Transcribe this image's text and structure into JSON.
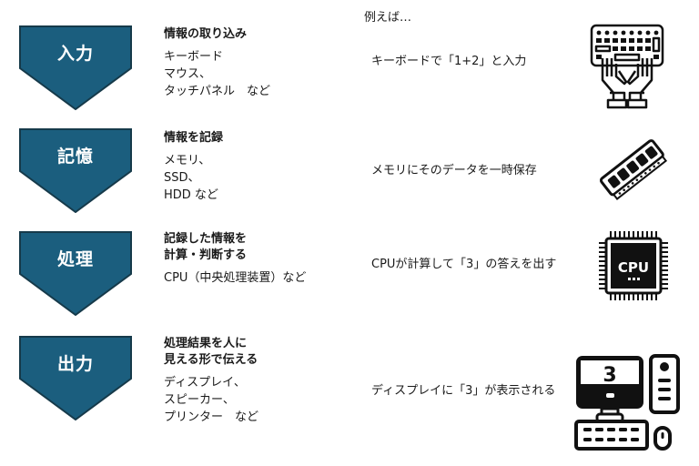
{
  "example_header": "例えば…",
  "colors": {
    "arrow_fill": "#1b5e7e",
    "arrow_border": "#163a4a",
    "arrow_text": "#ffffff",
    "text": "#1a1a1a",
    "icon": "#111111"
  },
  "steps": [
    {
      "label": "入力",
      "heading_lines": [
        "情報の取り込み"
      ],
      "items": [
        "キーボード",
        "マウス、",
        "タッチパネル　など"
      ],
      "example": "キーボードで「1+2」と入力",
      "icon": "keyboard-hands-icon"
    },
    {
      "label": "記憶",
      "heading_lines": [
        "情報を記録"
      ],
      "items": [
        "メモリ、",
        "SSD、",
        "HDD など"
      ],
      "example": "メモリにそのデータを一時保存",
      "icon": "memory-module-icon"
    },
    {
      "label": "処理",
      "heading_lines": [
        "記録した情報を",
        "計算・判断する"
      ],
      "items": [
        "CPU（中央処理装置）など"
      ],
      "example": "CPUが計算して「3」の答えを出す",
      "icon": "cpu-chip-icon",
      "icon_text": "CPU"
    },
    {
      "label": "出力",
      "heading_lines": [
        "処理結果を人に",
        "見える形で伝える"
      ],
      "items": [
        "ディスプレイ、",
        "スピーカー、",
        "プリンター　など"
      ],
      "example": "ディスプレイに「3」が表示される",
      "icon": "desktop-computer-icon",
      "icon_text": "3"
    }
  ]
}
